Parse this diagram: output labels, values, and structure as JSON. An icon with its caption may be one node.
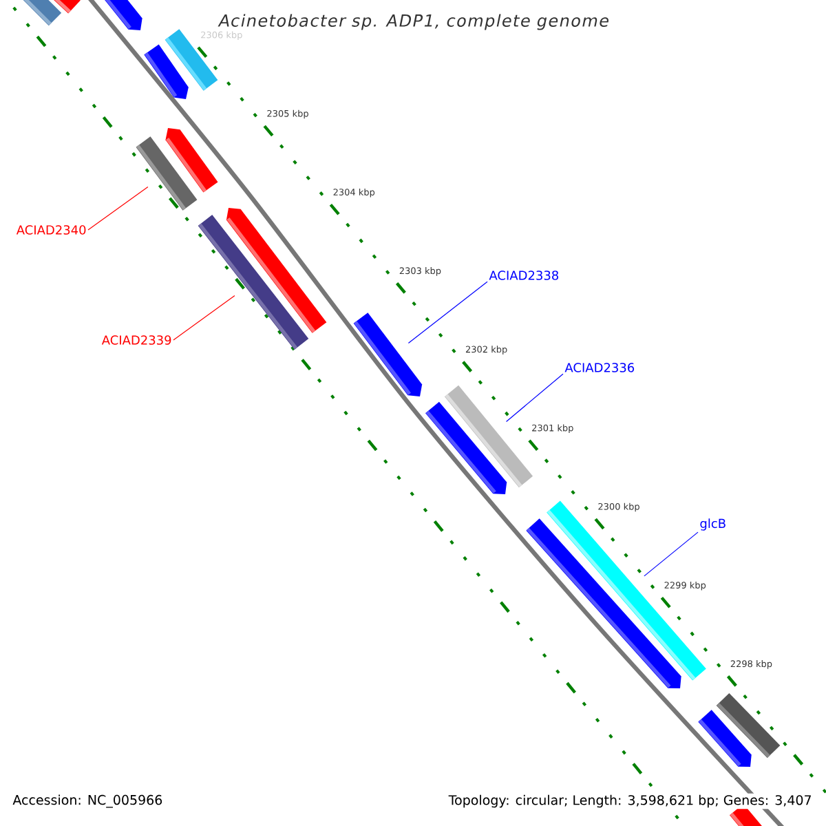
{
  "diagram": {
    "title": "Acinetobacter sp. ADP1, complete genome",
    "nodes": [
      {
        "text": [
          "ACIAD2340"
        ]
      },
      {
        "text": [
          "ACIAD2339"
        ]
      },
      {
        "text": [
          "ACIAD2338"
        ]
      },
      {
        "text": [
          "ACIAD2336"
        ]
      },
      {
        "text": [
          "glcB"
        ]
      },
      {
        "text": [],
        "shape": "bar"
      },
      {
        "text": [],
        "shape": "bar"
      },
      {
        "text": [],
        "shape": "bar"
      },
      {
        "text": [],
        "shape": "bar"
      },
      {
        "text": [],
        "shape": "bar"
      }
    ],
    "edges": [
      {
        "from": 0,
        "to": 5,
        "arrow": "none",
        "color": "#ff0000"
      },
      {
        "from": 1,
        "to": 6,
        "arrow": "none",
        "color": "#ff0000"
      },
      {
        "from": 2,
        "to": 7,
        "arrow": "none",
        "color": "#0000ff"
      },
      {
        "from": 3,
        "to": 8,
        "arrow": "none",
        "color": "#0000ff"
      },
      {
        "from": 4,
        "to": 9,
        "arrow": "none",
        "color": "#0000ff"
      }
    ],
    "labels": [
      "2306 kbp",
      "2305 kbp",
      "2304 kbp",
      "2303 kbp",
      "2302 kbp",
      "2301 kbp",
      "2300 kbp",
      "2299 kbp",
      "2298 kbp",
      "Accession: NC_005966",
      "Topology: circular; Length: 3,598,621 bp; Genes: 3,407"
    ]
  }
}
